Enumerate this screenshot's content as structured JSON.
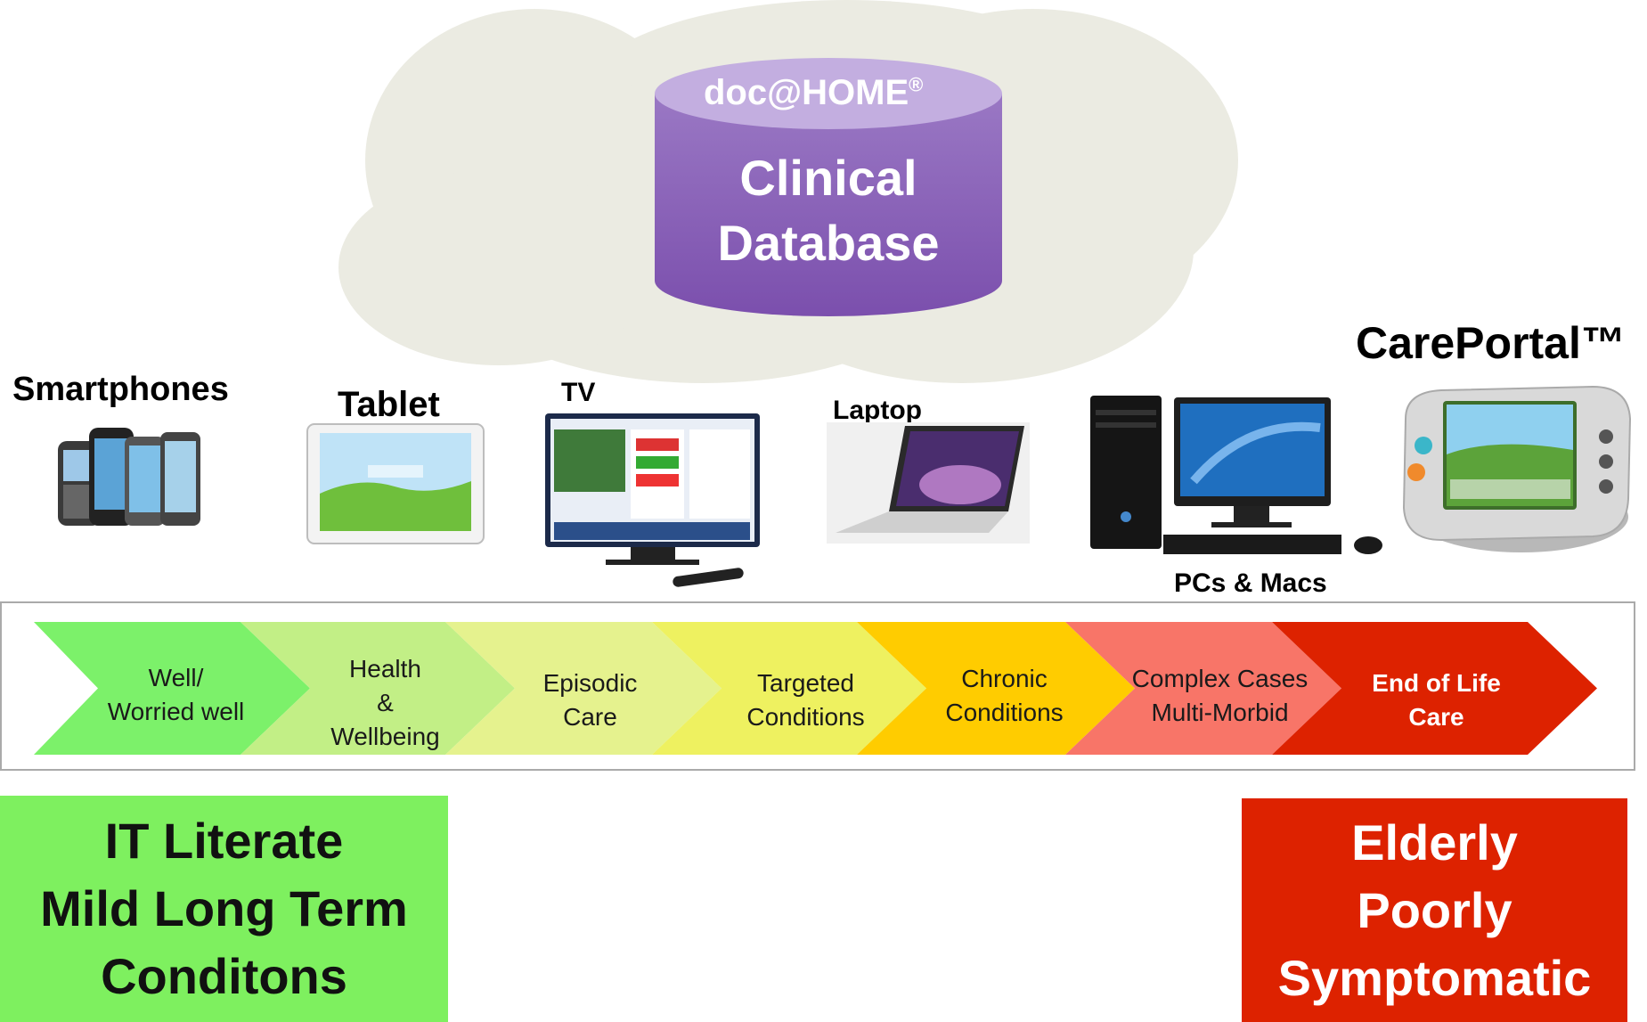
{
  "database": {
    "brand": "doc@HOME",
    "brand_mark": "®",
    "line1": "Clinical",
    "line2": "Database"
  },
  "devices": {
    "smartphones": "Smartphones",
    "tablet": "Tablet",
    "tv": "TV",
    "laptop": "Laptop",
    "pcs": "PCs & Macs",
    "careportal": "CarePortal™"
  },
  "stages": [
    {
      "label": "Well/\nWorried well",
      "color": "#7cf16a"
    },
    {
      "label": "Health\n&\nWellbeing",
      "color": "#c2ef86"
    },
    {
      "label": "Episodic\nCare",
      "color": "#e5f28e"
    },
    {
      "label": "Targeted\nConditions",
      "color": "#eef160"
    },
    {
      "label": "Chronic\nConditions",
      "color": "#ffcc00"
    },
    {
      "label": "Complex Cases\nMulti-Morbid",
      "color": "#f87568"
    },
    {
      "label": "End of Life\nCare",
      "color": "#dd2200"
    }
  ],
  "left_box": {
    "line1": "IT Literate",
    "line2": "Mild Long Term",
    "line3": "Conditons",
    "color": "#7ef05f"
  },
  "right_box": {
    "line1": "Elderly",
    "line2": "Poorly",
    "line3": "Symptomatic",
    "color": "#dd2200"
  }
}
